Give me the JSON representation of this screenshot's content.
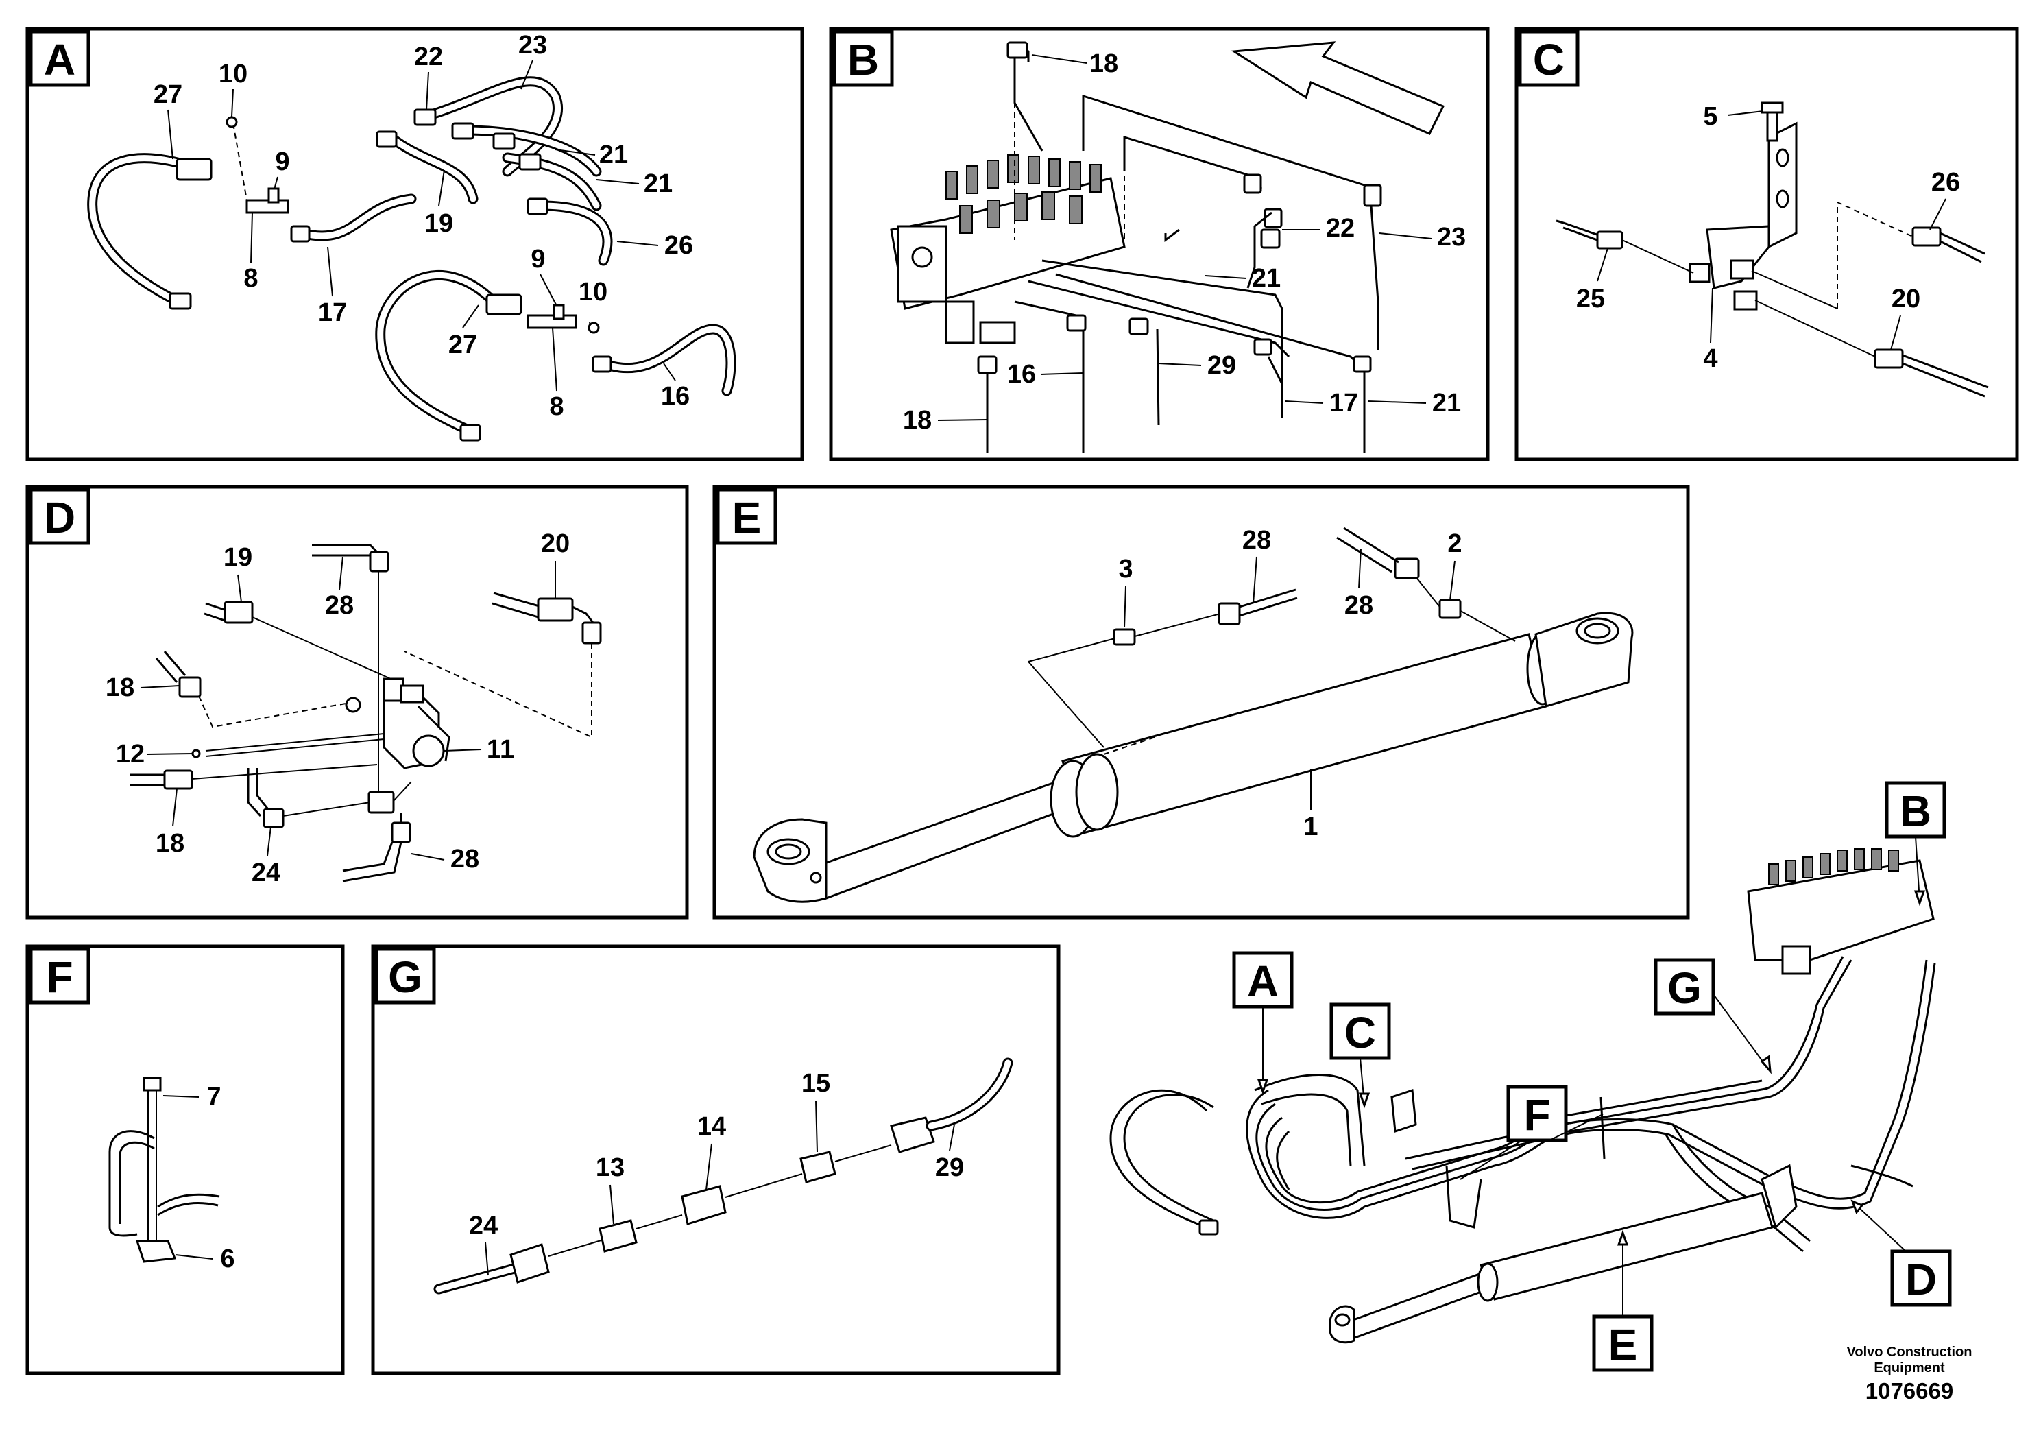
{
  "panels": [
    {
      "id": "A",
      "callouts": [
        "27",
        "10",
        "9",
        "8",
        "17",
        "22",
        "23",
        "21",
        "21",
        "19",
        "26",
        "9",
        "10",
        "27",
        "8",
        "16"
      ]
    },
    {
      "id": "B",
      "callouts": [
        "18",
        "22",
        "23",
        "21",
        "16",
        "29",
        "17",
        "21",
        "18"
      ]
    },
    {
      "id": "C",
      "callouts": [
        "5",
        "26",
        "25",
        "4",
        "20"
      ]
    },
    {
      "id": "D",
      "callouts": [
        "19",
        "28",
        "20",
        "18",
        "12",
        "11",
        "18",
        "24",
        "28"
      ]
    },
    {
      "id": "E",
      "callouts": [
        "3",
        "28",
        "28",
        "2",
        "1"
      ]
    },
    {
      "id": "F",
      "callouts": [
        "7",
        "6"
      ]
    },
    {
      "id": "G",
      "callouts": [
        "15",
        "13",
        "14",
        "29",
        "24"
      ]
    }
  ],
  "overview": {
    "tags": [
      "A",
      "C",
      "F",
      "B",
      "G",
      "D",
      "E"
    ]
  },
  "footer": {
    "brand_line1": "Volvo Construction",
    "brand_line2": "Equipment",
    "doc_number": "1076669"
  }
}
